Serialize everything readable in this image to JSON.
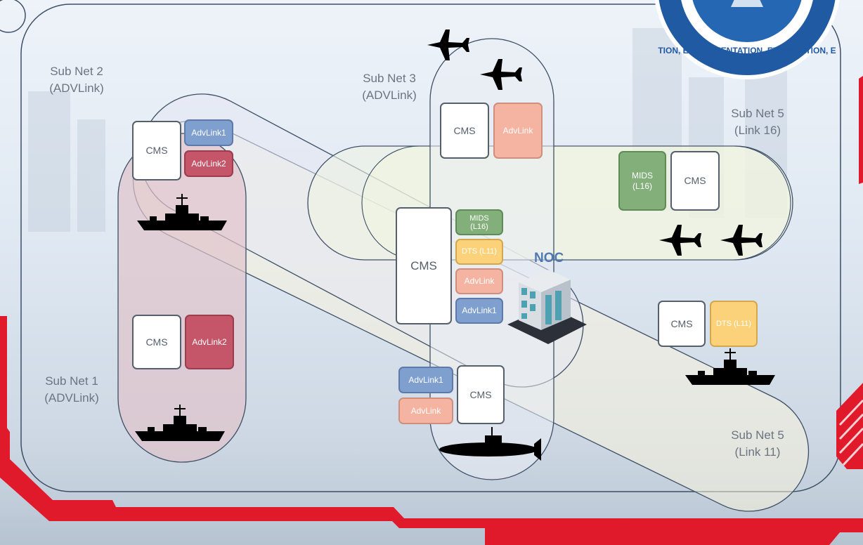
{
  "subnets": {
    "subnet2": {
      "name": "Sub Net 2",
      "type": "(ADVLink)"
    },
    "subnet3": {
      "name": "Sub Net 3",
      "type": "(ADVLink)"
    },
    "subnet5_l16": {
      "name": "Sub Net 5",
      "type": "(Link 16)"
    },
    "subnet1": {
      "name": "Sub Net 1",
      "type": "(ADVLink)"
    },
    "subnet5_l11": {
      "name": "Sub Net 5",
      "type": "(Link 11)"
    }
  },
  "nodes": {
    "cms": "CMS",
    "advlink": "AdvLink",
    "advlink1": "AdvLink1",
    "advlink2": "AdvLink2",
    "mids": "MIDS\n(L16)",
    "dts": "DTS (L11)",
    "noc": "NOC"
  },
  "colors": {
    "advlink_blue": "#7f9fcf",
    "advlink_red": "#c55568",
    "advlink_salmon": "#f5b4a2",
    "mids_green": "#83b07a",
    "dts_yellow": "#fbd27a",
    "noc_blue": "#4f79b3",
    "accent_red": "#e11a2b"
  },
  "icons": [
    "fighter-jet-icon",
    "ship-icon",
    "submarine-icon",
    "building-icon",
    "emblem-icon"
  ]
}
